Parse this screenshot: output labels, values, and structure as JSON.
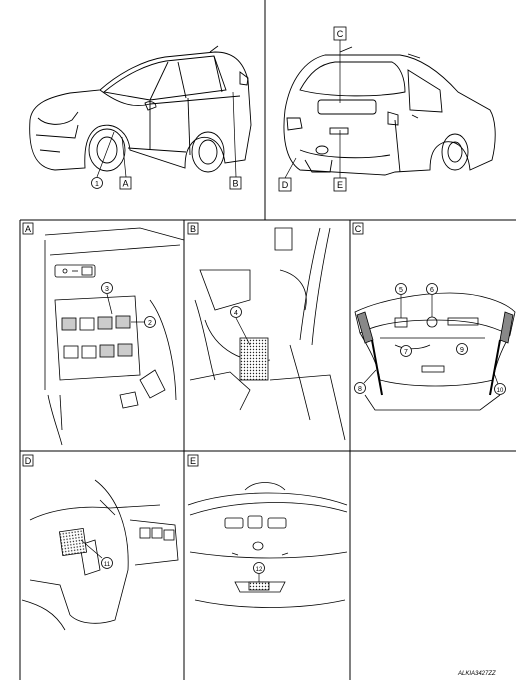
{
  "views": {
    "top_left": {
      "callout": "1",
      "labels": [
        "A",
        "B"
      ]
    },
    "top_right": {
      "labels": [
        "C",
        "D",
        "E"
      ]
    }
  },
  "panels": [
    {
      "letter": "A",
      "callouts": [
        "2",
        "3"
      ]
    },
    {
      "letter": "B",
      "callouts": [
        "4"
      ]
    },
    {
      "letter": "C",
      "callouts": [
        "5",
        "6",
        "7",
        "8",
        "9",
        "10"
      ]
    },
    {
      "letter": "D",
      "callouts": [
        "11"
      ]
    },
    {
      "letter": "E",
      "callouts": [
        "12"
      ]
    }
  ],
  "figure_code": "ALKIA3427ZZ"
}
